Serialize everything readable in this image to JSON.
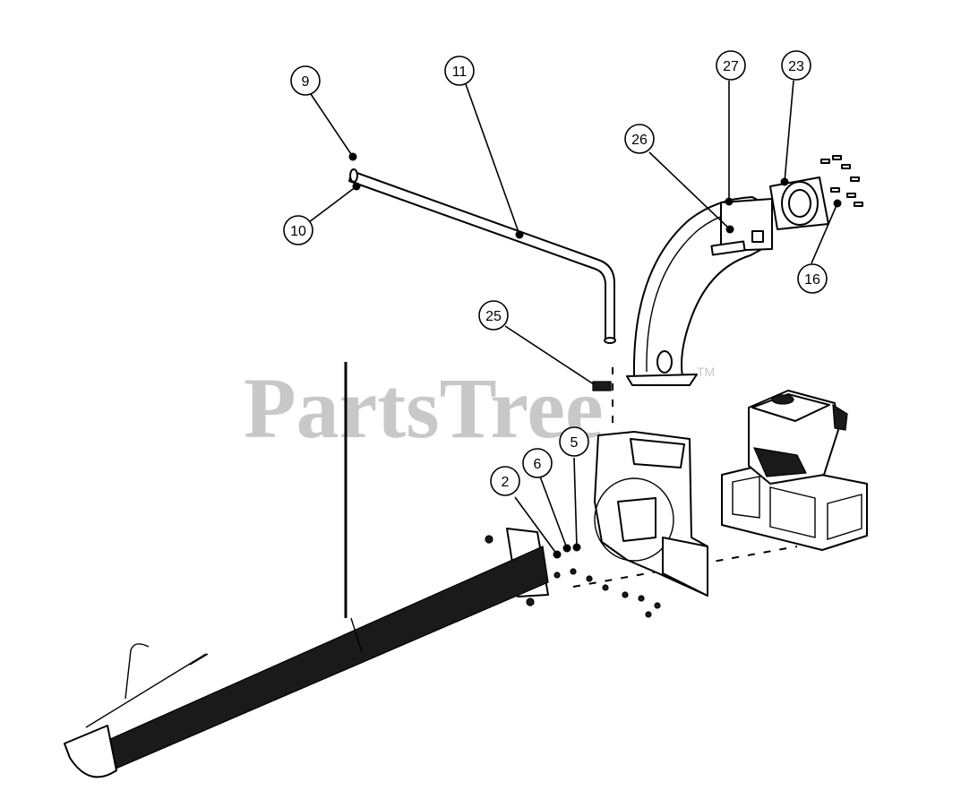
{
  "watermark": {
    "text": "PartsTree",
    "trademark": "TM",
    "color": "#c8c8c8"
  },
  "callouts": [
    {
      "label": "9"
    },
    {
      "label": "11"
    },
    {
      "label": "10"
    },
    {
      "label": "27"
    },
    {
      "label": "23"
    },
    {
      "label": "26"
    },
    {
      "label": "16"
    },
    {
      "label": "25"
    },
    {
      "label": "5"
    },
    {
      "label": "6"
    },
    {
      "label": "2"
    }
  ],
  "parts": [
    {
      "name": "tube-handle"
    },
    {
      "name": "discharge-chute"
    },
    {
      "name": "chute-flange-adapter"
    },
    {
      "name": "blower-housing"
    },
    {
      "name": "engine"
    },
    {
      "name": "engine-mount-frame"
    },
    {
      "name": "intake-hose"
    },
    {
      "name": "nozzle-handle"
    },
    {
      "name": "hose-flange-plate"
    }
  ]
}
